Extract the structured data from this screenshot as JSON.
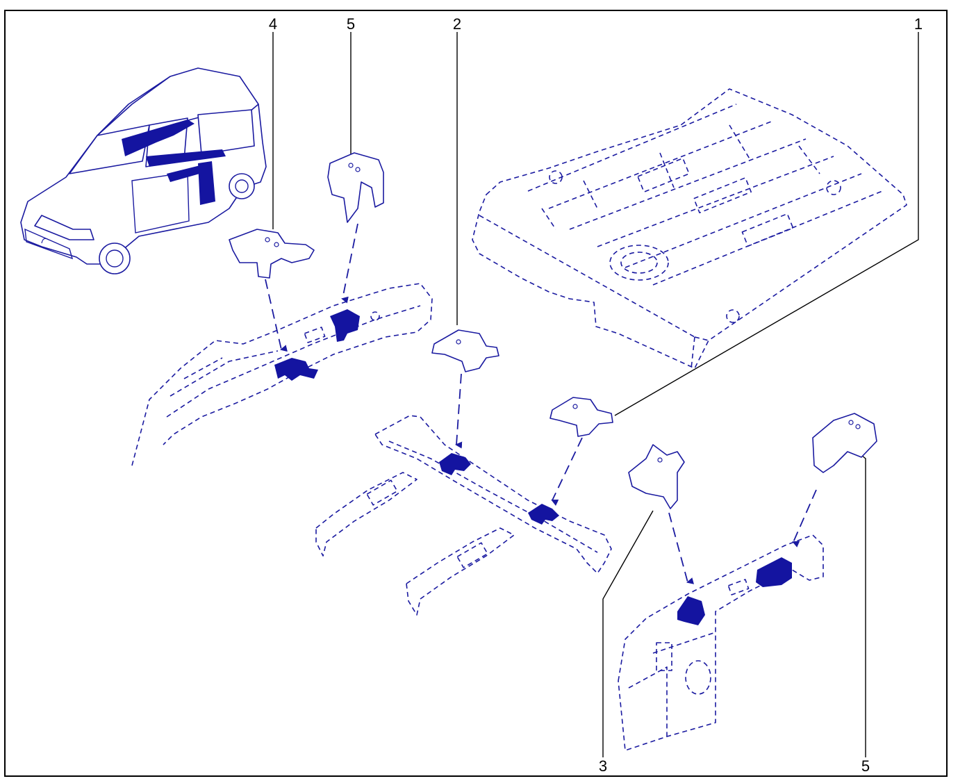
{
  "diagram": {
    "line_color": "#1a1aa0",
    "fill_color": "#1414a0",
    "frame_color": "#000000",
    "callouts": [
      {
        "id": "label-4-top",
        "text": "4"
      },
      {
        "id": "label-5-top",
        "text": "5"
      },
      {
        "id": "label-2-top",
        "text": "2"
      },
      {
        "id": "label-1-top",
        "text": "1"
      },
      {
        "id": "label-3-bottom",
        "text": "3"
      },
      {
        "id": "label-5-bottom",
        "text": "5"
      }
    ]
  }
}
